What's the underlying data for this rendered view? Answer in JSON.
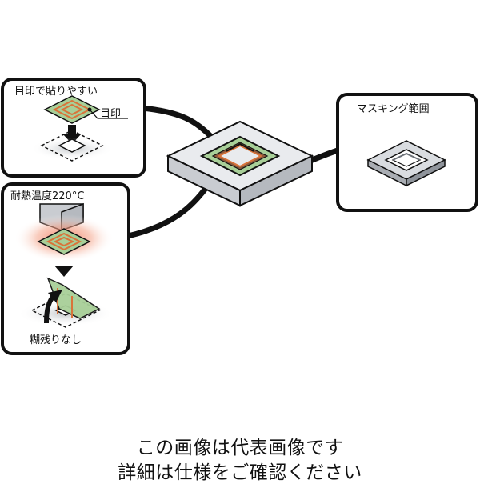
{
  "panels": {
    "top_left_title": "目印で貼りやすい",
    "marker_label": "目印",
    "heat_title": "耐熱温度220°C",
    "residue_title": "糊残りなし",
    "masking_title": "マスキング範囲"
  },
  "captions": {
    "line1": "この画像は代表画像です",
    "line2": "詳細は仕様をご確認ください"
  },
  "colors": {
    "outline": "#111111",
    "board_top": "#e9ebee",
    "board_side": "#c9ccd1",
    "green_film": "#a8cf98",
    "orange_mark": "#d9733a",
    "heat_glow": "#f4a48a"
  }
}
